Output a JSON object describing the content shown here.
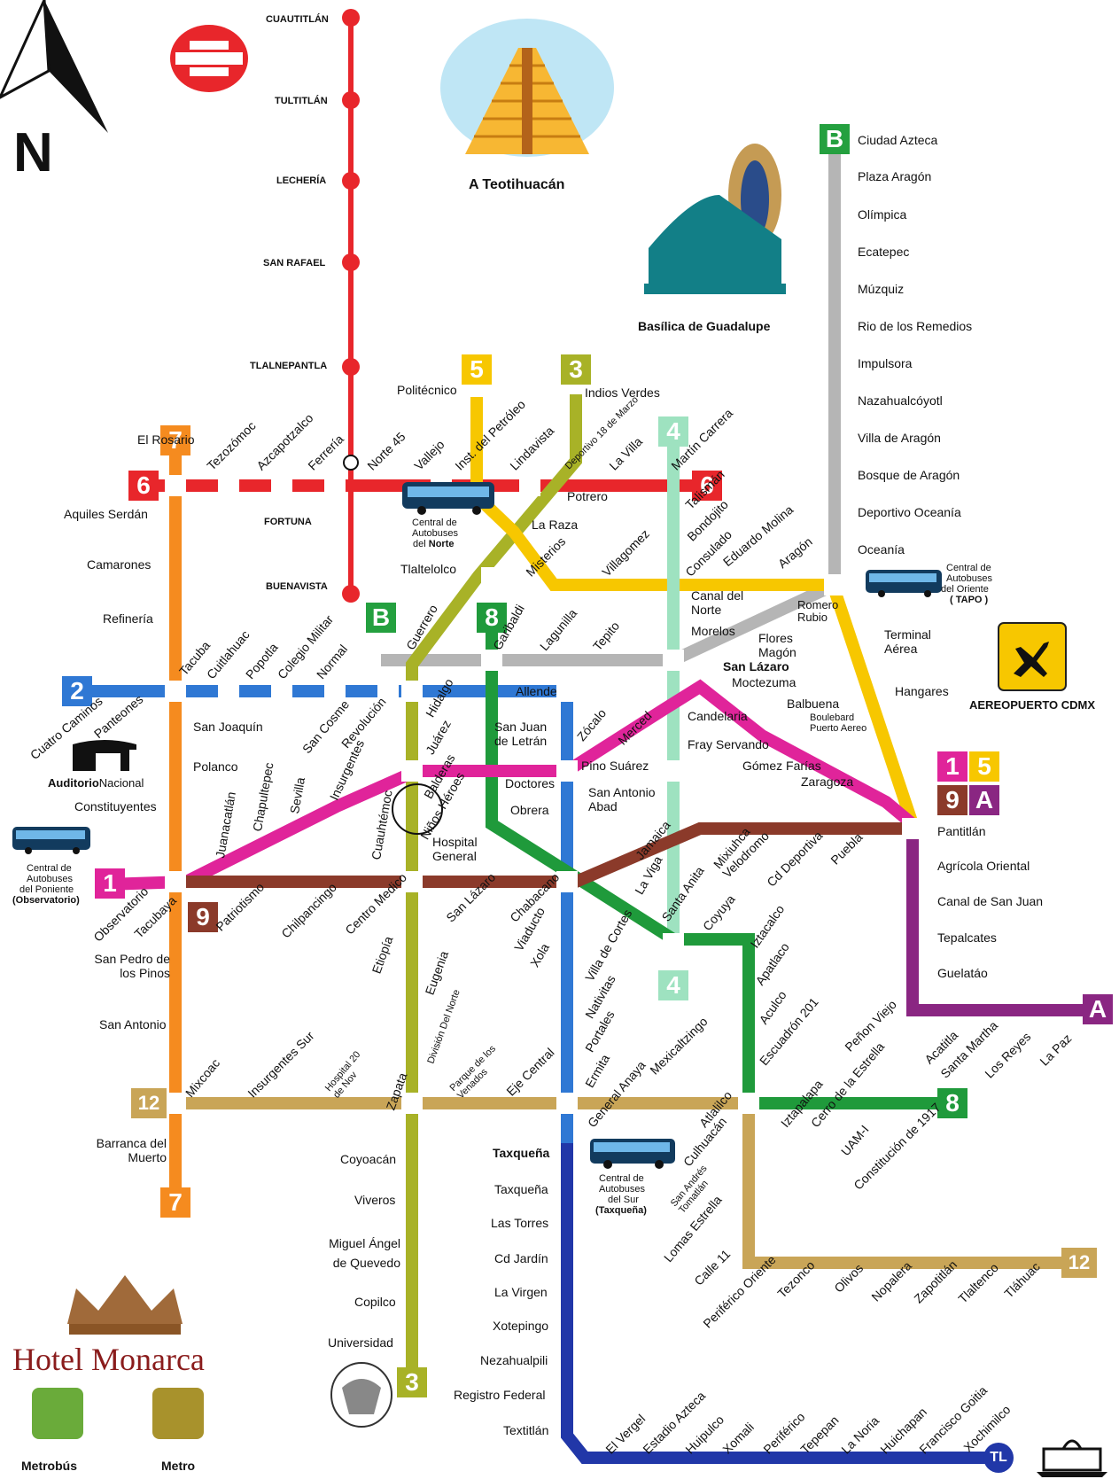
{
  "lines": {
    "red": "#e8262b",
    "orange": "#f58b1f",
    "pink": "#e0249a",
    "blue": "#2f78d4",
    "cyan": "#3aa7d8",
    "olive": "#a8b227",
    "green": "#1f9a3b",
    "darkgreen": "#24a03f",
    "mint": "#9ee2c0",
    "yellow": "#f7c700",
    "gray": "#b5b5b5",
    "brown": "#8b3a2a",
    "purple": "#8a2682",
    "gold": "#c9a557",
    "navy": "#2137a8"
  },
  "suburban": {
    "stations": [
      "CUAUTITLÁN",
      "TULTITLÁN",
      "LECHERÍA",
      "SAN RAFAEL",
      "TLALNEPANTLA",
      "FORTUNA",
      "BUENAVISTA"
    ]
  },
  "landmarks": {
    "teotihuacan": "A  Teotihuacán",
    "basilica": "Basílica de Guadalupe",
    "airport": "AEREOPUERTO CDMX",
    "auditorio_bold": "Auditorio",
    "auditorio_rest": "Nacional",
    "hotel": "Hotel Monarca",
    "metrobus": "Metrobús",
    "metro": "Metro",
    "north": "N"
  },
  "bus_terminals": {
    "norte": [
      "Central de",
      "Autobuses",
      "del ",
      "Norte"
    ],
    "oriente": [
      "Central de",
      "Autobuses",
      "del Oriente",
      "( TAPO )"
    ],
    "poniente": [
      "Central de",
      "Autobuses",
      "del Poniente",
      "(Observatorio)"
    ],
    "sur": [
      "Central de",
      "Autobuses",
      "del Sur",
      "(Taxqueña)"
    ]
  },
  "badges": {
    "l6a": "6",
    "l6b": "6",
    "l7a": "7",
    "l7b": "7",
    "l5": "5",
    "l3a": "3",
    "l3b": "3",
    "l4a": "4",
    "l4b": "4",
    "lB1": "B",
    "lB2": "B",
    "l8a": "8",
    "l8b": "8",
    "l2": "2",
    "l1": "1",
    "l9": "9",
    "l9b": "9",
    "l15a": "1",
    "l15b": "5",
    "lA1": "A",
    "lA2": "A",
    "l12a": "12",
    "l12b": "12",
    "lTL": "TL"
  },
  "stations": {
    "ciudad_azteca": "Ciudad Azteca",
    "plaza_aragon": "Plaza Aragón",
    "olimpica": "Olímpica",
    "ecatepec": "Ecatepec",
    "muzquiz": "Múzquiz",
    "rio_remedios": "Rio de los Remedios",
    "impulsora": "Impulsora",
    "nezahualcoyotl": "Nazahualcóyotl",
    "villa_aragon": "Villa de Aragón",
    "bosque_aragon": "Bosque de Aragón",
    "deportivo_oceania": "Deportivo Oceanía",
    "oceania": "Oceanía",
    "politecnico": "Politécnico",
    "indios_verdes": "Indios Verdes",
    "el_rosario": "El Rosario",
    "tezozomoc": "Tezozómoc",
    "azcapotzalco": "Azcapotzalco",
    "ferreria": "Ferrería",
    "norte45": "Norte 45",
    "vallejo": "Vallejo",
    "inst_petroleo": "Inst. del Petróleo",
    "lindavista": "Lindavista",
    "deportivo18": "Deportivo 18 de Marzo",
    "la_villa": "La Villa",
    "martin_carrera": "Martín Carrera",
    "talisman": "Talismán",
    "bondojito": "Bondojito",
    "consulado": "Consulado",
    "eduardo_molina": "Eduardo Molina",
    "aragon": "Aragón",
    "aquiles_serdan": "Aquiles Serdán",
    "camarones": "Camarones",
    "refineria": "Refinería",
    "potrero": "Potrero",
    "la_raza": "La Raza",
    "tlaltelolco": "Tlaltelolco",
    "misterios": "Misterios",
    "valle_gomez": "Villagomez",
    "canal_norte": "Canal del Norte",
    "morelos": "Morelos",
    "romero_rubio": "Romero Rubio",
    "terminal_aerea": "Terminal Aérea",
    "hangares": "Hangares",
    "guerrero": "Guerrero",
    "garibaldi": "Garibaldi",
    "lagunilla": "Lagunilla",
    "tepito": "Tepito",
    "flores_magon": "Flores Magón",
    "san_lazaro": "San Lázaro",
    "moctezuma": "Moctezuma",
    "balbuena": "Balbuena",
    "blvd_puerto": "Boulebard Puerto Aereo",
    "tacuba": "Tacuba",
    "cuitlahuac": "Cuitlahuac",
    "popotla": "Popotla",
    "colegio_militar": "Colegio Militar",
    "normal": "Normal",
    "san_cosme": "San Cosme",
    "revolucion": "Revolución",
    "hidalgo": "Hidalgo",
    "allende": "Allende",
    "cuatro_caminos": "Cuatro Caminos",
    "panteones": "Panteones",
    "san_joaquin": "San Joaquín",
    "polanco": "Polanco",
    "constituyentes": "Constituyentes",
    "juarez": "Juárez",
    "zocalo": "Zócalo",
    "merced": "Merced",
    "candelaria": "Candelaria",
    "fray_servando": "Fray Servando",
    "gomez_farias": "Gómez Farías",
    "zaragoza": "Zaragoza",
    "san_juan_letran": "San Juan de Letrán",
    "insurgentes": "Insurgentes",
    "sevilla": "Sevilla",
    "chapultepec": "Chapultepec",
    "juanacatlan": "Juanacatlán",
    "balderas": "Balderas",
    "cuauhtemoc": "Cuauhtémoc",
    "salto_agua": "Doctores",
    "pino_suarez": "Pino Suárez",
    "san_antonio_abad": "San Antonio Abad",
    "ninos_heroes": "Niños Héroes",
    "hospital_general": "Hospital General",
    "obrera": "Obrera",
    "jamaica": "Jamaica",
    "la_viga": "La Viga",
    "mixiuhca": "Mixiuhca",
    "velodromo": "Velodromo",
    "cd_deportiva": "Cd Deportiva",
    "puebla": "Puebla",
    "pantitlan": "Pantitlán",
    "observatorio": "Observatorio",
    "tacubaya": "Tacubaya",
    "patriotismo": "Patriotismo",
    "chilpancingo": "Chilpancingo",
    "centro_medico": "Centro Medico",
    "lazaro_cardenas": "San Lázaro",
    "chabacano": "Chabacano",
    "santa_anita": "Santa Anita",
    "agricola": "Agrícola Oriental",
    "canal_san_juan": "Canal de San Juan",
    "tepalcates": "Tepalcates",
    "guelatao": "Guelatáo",
    "penon_viejo": "Peñon Viejo",
    "acatitla": "Acatitla",
    "santa_marta": "Santa Martha",
    "los_reyes": "Los Reyes",
    "la_paz": "La Paz",
    "san_pedro_pinos": "San Pedro de los Pinos",
    "san_antonio": "San Antonio",
    "mixcoac": "Mixcoac",
    "barranca": "Barranca del Muerto",
    "etiopia": "Etiopía",
    "eugenia": "Eugenia",
    "division_norte": "División Del Norte",
    "zapata": "Zapata",
    "viaducto": "Viaducto",
    "xola": "Xola",
    "villa_cortes": "Villa de Cortes",
    "nativitas": "Nativitas",
    "portales": "Portales",
    "ermita": "Ermita",
    "general_anaya": "General Anaya",
    "taxquena_bold": "Taxqueña",
    "taxquena": "Taxqueña",
    "coyuya": "Coyuya",
    "iztacalco": "Iztacalco",
    "apatlaco": "Apatlaco",
    "aculco": "Aculco",
    "escuadron": "Escuadrón 201",
    "atlalilco": "Atlalilco",
    "iztapalapa": "Iztapalapa",
    "cerro_estrella": "Cerro de la Estrella",
    "uam1": "UAM-I",
    "constitucion": "Constitución de 1917",
    "insurgentes_sur": "Insurgentes Sur",
    "hospital20": "Hospital 20 de Nov",
    "parque_venados": "Parque de los Venados",
    "eje_central": "Eje Central",
    "mexicaltzingo": "Mexicaltzingo",
    "culhuacan": "Culhuacán",
    "san_andres": "San Andrés Tomatlán",
    "lomas_estrella": "Lomas Estrella",
    "calle11": "Calle 11",
    "periferico_oriente": "Periférico Oriente",
    "tezonco": "Tezonco",
    "olivos": "Olivos",
    "nopalera": "Nopalera",
    "zapotitlan": "Zapotitlán",
    "tlaltenco": "Tlaltenco",
    "tlahuac": "Tláhuac",
    "coyoacan": "Coyoacán",
    "viveros": "Viveros",
    "miguel_angel": "Miguel Ángel de Quevedo",
    "copilco": "Copilco",
    "universidad": "Universidad",
    "las_torres": "Las Torres",
    "cd_jardin": "Cd Jardín",
    "la_virgen": "La Virgen",
    "xotepingo": "Xotepingo",
    "nezahualpili": "Nezahualpili",
    "registro_federal": "Registro Federal",
    "textitlan": "Textitlán",
    "el_vergel": "El Vergel",
    "estadio_azteca": "Estadio Azteca",
    "huipulco": "Huipulco",
    "xomali": "Xomali",
    "periferico": "Periférico",
    "tepepan": "Tepepan",
    "la_noria": "La Noria",
    "huichapan": "Huichapan",
    "francisco_goitia": "Francisco Goitia",
    "xochimilco": "Xochimilco"
  }
}
